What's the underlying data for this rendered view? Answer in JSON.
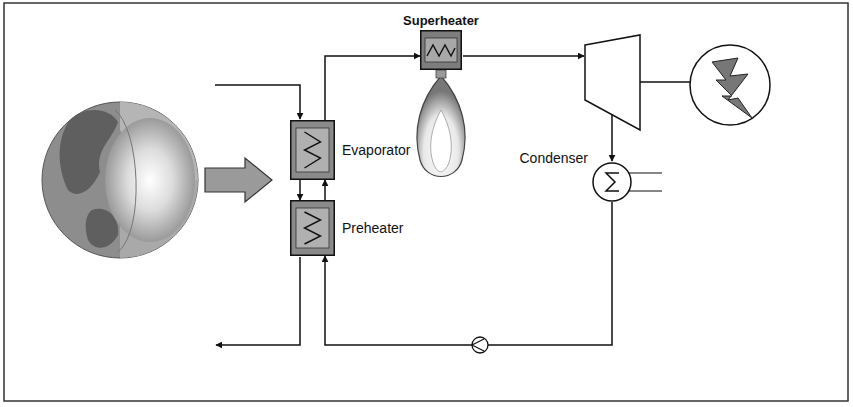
{
  "diagram": {
    "nodes": [
      {
        "text": [
          "Superheater"
        ]
      },
      {
        "text": [
          "Evaporator"
        ]
      },
      {
        "text": [
          "Preheater"
        ]
      },
      {
        "text": [
          "Condenser"
        ]
      }
    ],
    "edges": [
      {
        "from": 2,
        "to": 1,
        "arrow": "to"
      },
      {
        "from": 1,
        "to": 2,
        "arrow": "to"
      },
      {
        "from": 1,
        "to": 0,
        "arrow": "to"
      },
      {
        "from": 3,
        "to": 2,
        "arrow": "to"
      }
    ]
  }
}
